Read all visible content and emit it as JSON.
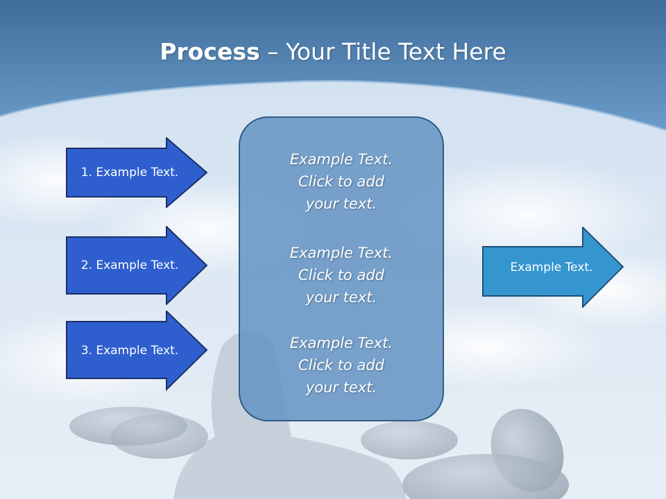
{
  "title": {
    "bold": "Process",
    "rest": " – Your Title Text Here"
  },
  "colors": {
    "header_blue": "#4f7fb0",
    "arrow_dark_blue": "#2f5fcf",
    "arrow_dark_border": "#1d2f66",
    "arrow_light_blue": "#3595cf",
    "arrow_light_border": "#1f4f78",
    "panel_fill": "#6896c4",
    "panel_border": "#2f5b86"
  },
  "left_arrows": [
    {
      "label": "1. Example Text."
    },
    {
      "label": "2. Example Text."
    },
    {
      "label": "3. Example Text."
    }
  ],
  "panel": {
    "blocks": [
      {
        "lines": [
          "Example Text.",
          "Click  to add",
          "your text."
        ]
      },
      {
        "lines": [
          "Example Text.",
          "Click  to add",
          "your text."
        ]
      },
      {
        "lines": [
          "Example Text.",
          "Click  to add",
          "your text."
        ]
      }
    ]
  },
  "right_arrow": {
    "label": "Example Text."
  },
  "background_image": "sky-clouds-stones-statue"
}
